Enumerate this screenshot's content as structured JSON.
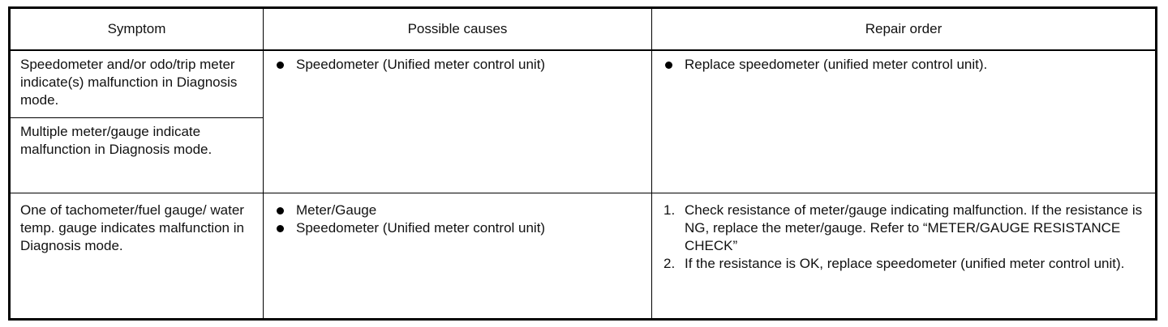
{
  "headers": {
    "symptom": "Symptom",
    "causes": "Possible causes",
    "repair": "Repair order"
  },
  "rows": [
    {
      "symptom": "Speedometer and/or odo/trip meter indicate(s) malfunction in Diagnosis mode."
    },
    {
      "symptom": "Multiple meter/gauge indicate malfunction in Diagnosis mode."
    },
    {
      "symptom": "One of tachometer/fuel gauge/ water temp. gauge indicates malfunction in Diagnosis mode."
    }
  ],
  "group1": {
    "causes": [
      "Speedometer (Unified meter control unit)"
    ],
    "repair": [
      "Replace speedometer (unified meter control unit)."
    ]
  },
  "group2": {
    "causes": [
      "Meter/Gauge",
      "Speedometer (Unified meter control unit)"
    ],
    "repair": [
      {
        "number": "1.",
        "text": "Check resistance of meter/gauge indicating malfunction. If the resistance is NG, replace the meter/gauge. Refer to “METER/GAUGE RESISTANCE CHECK”"
      },
      {
        "number": "2.",
        "text": "If the resistance is OK, replace speedometer (unified meter control unit)."
      }
    ]
  }
}
